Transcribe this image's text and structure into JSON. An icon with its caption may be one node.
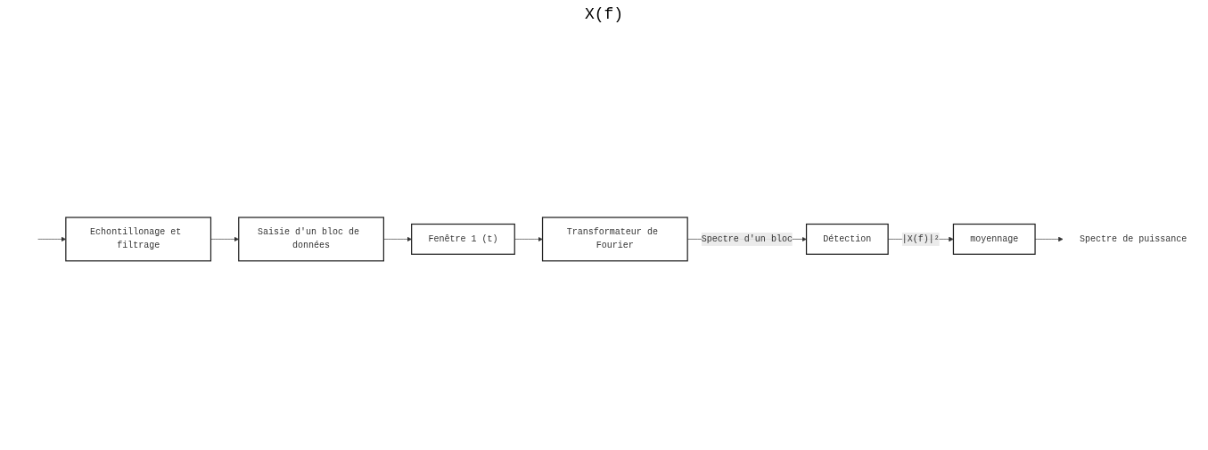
{
  "diagram": {
    "nodes": [
      {
        "text": [
          "Echontillonage et filtrage"
        ]
      },
      {
        "text": [
          "Saisie d'un bloc de données"
        ]
      },
      {
        "text": [
          "Fenêtre 1 (t)"
        ]
      },
      {
        "text": [
          "Transformateur de Fourier"
        ]
      },
      {
        "text": [
          "Détection"
        ]
      },
      {
        "text": [
          "moyennage"
        ]
      },
      {
        "text": [
          "Spectre de puissance"
        ]
      }
    ],
    "edges": [
      {
        "from": null,
        "to": 0,
        "arrow": "to"
      },
      {
        "from": 0,
        "to": 1,
        "arrow": "to"
      },
      {
        "from": 1,
        "to": 2,
        "arrow": "to"
      },
      {
        "from": 2,
        "to": 3,
        "arrow": "to"
      },
      {
        "from": 3,
        "to": 4,
        "arrow": "to",
        "label": "Spectre d'un bloc"
      },
      {
        "from": 4,
        "to": 5,
        "arrow": "to",
        "label": "|X(f)|²"
      },
      {
        "from": 5,
        "to": 6,
        "arrow": "to"
      }
    ],
    "labels": [
      "X(f)"
    ]
  }
}
